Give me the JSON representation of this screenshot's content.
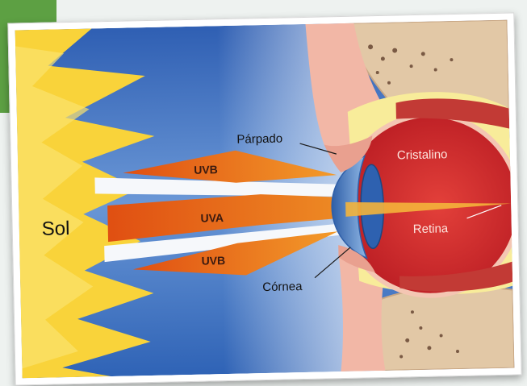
{
  "labels": {
    "sun": "Sol",
    "eyelid": "Párpado",
    "lens": "Cristalino",
    "retina": "Retina",
    "cornea": "Córnea",
    "ray_top": "UVB",
    "ray_middle": "UVA",
    "ray_bottom": "UVB"
  },
  "colors": {
    "sun": "#f9d33a",
    "sky": "#3f73c6",
    "uvb": "#e86a1a",
    "uva": "#f08a1e",
    "eyeball": "#d8282a",
    "skin": "#f2b7a6",
    "cornea": "#4d7dc0"
  }
}
